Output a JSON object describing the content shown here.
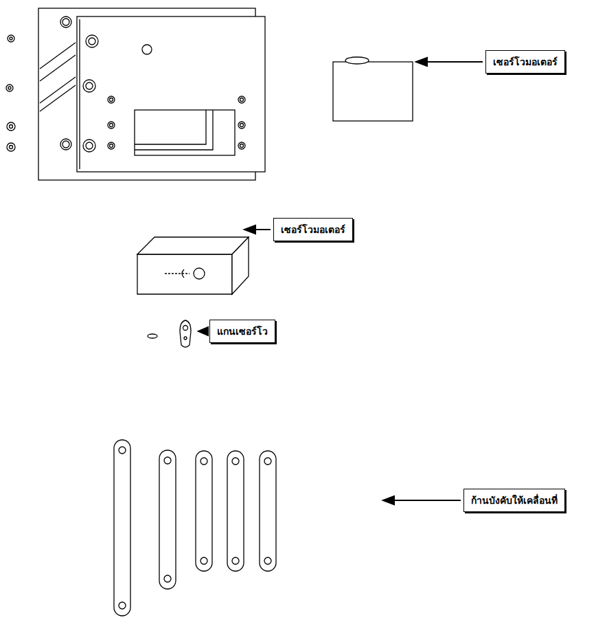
{
  "diagram": {
    "nodes": [
      {
        "text": [
          "เซอร์โวมอเตอร์"
        ]
      },
      {
        "text": [
          "เซอร์โวมอเตอร์"
        ]
      },
      {
        "text": [
          "แกนเซอร์โว"
        ]
      },
      {
        "text": [
          "ก้านบังคับให้เคลื่อนที่"
        ]
      }
    ]
  }
}
